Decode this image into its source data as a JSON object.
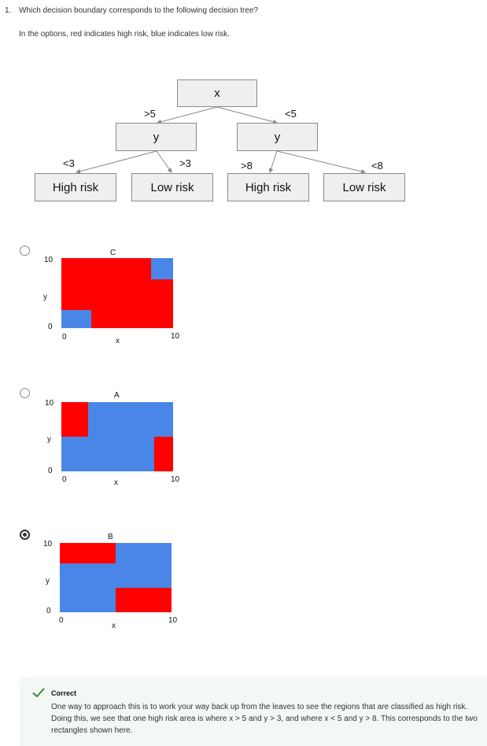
{
  "question": {
    "number": "1.",
    "text": "Which decision boundary corresponds to the following decision tree?",
    "note": "In the options, red indicates high risk, blue indicates low risk."
  },
  "tree": {
    "root": "x",
    "left_node": "y",
    "right_node": "y",
    "edge_root_left": ">5",
    "edge_root_right": "<5",
    "edge_ll": "<3",
    "edge_lr": ">3",
    "edge_rl": ">8",
    "edge_rr": "<8",
    "leaves": [
      "High risk",
      "Low risk",
      "High risk",
      "Low risk"
    ]
  },
  "options": [
    {
      "label": "C",
      "selected": false,
      "y_top": "10",
      "y_axis": "y",
      "y_zero": "0",
      "x_zero": "0",
      "x_axis": "x",
      "x_max": "10",
      "background": "#ff0000",
      "regions": [
        {
          "color": "#4a86e8",
          "x0": 8.0,
          "x1": 10.0,
          "y0": 7.0,
          "y1": 10.0
        },
        {
          "color": "#4a86e8",
          "x0": 0.0,
          "x1": 2.7,
          "y0": 0.0,
          "y1": 2.6
        }
      ]
    },
    {
      "label": "A",
      "selected": false,
      "y_top": "10",
      "y_axis": "y",
      "y_zero": "0",
      "x_zero": "0",
      "x_axis": "x",
      "x_max": "10",
      "background": "#4a86e8",
      "regions": [
        {
          "color": "#ff0000",
          "x0": 0.0,
          "x1": 2.4,
          "y0": 5.0,
          "y1": 10.0
        },
        {
          "color": "#ff0000",
          "x0": 8.3,
          "x1": 10.0,
          "y0": 0.0,
          "y1": 5.0
        }
      ]
    },
    {
      "label": "B",
      "selected": true,
      "y_top": "10",
      "y_axis": "y",
      "y_zero": "0",
      "x_zero": "0",
      "x_axis": "x",
      "x_max": "10",
      "background": "#4a86e8",
      "regions": [
        {
          "color": "#ff0000",
          "x0": 0.0,
          "x1": 5.0,
          "y0": 7.0,
          "y1": 10.0
        },
        {
          "color": "#ff0000",
          "x0": 5.0,
          "x1": 10.0,
          "y0": 0.0,
          "y1": 3.5
        }
      ]
    }
  ],
  "feedback": {
    "status": "Correct",
    "text": "One way to approach this is to work your way back up from the leaves to see the regions that are classified as high risk. Doing this, we see that one high risk area is where x > 5 and y > 3, and where x < 5 and y > 8. This corresponds to the two rectangles shown here.",
    "check_color": "#2e8b3a"
  }
}
